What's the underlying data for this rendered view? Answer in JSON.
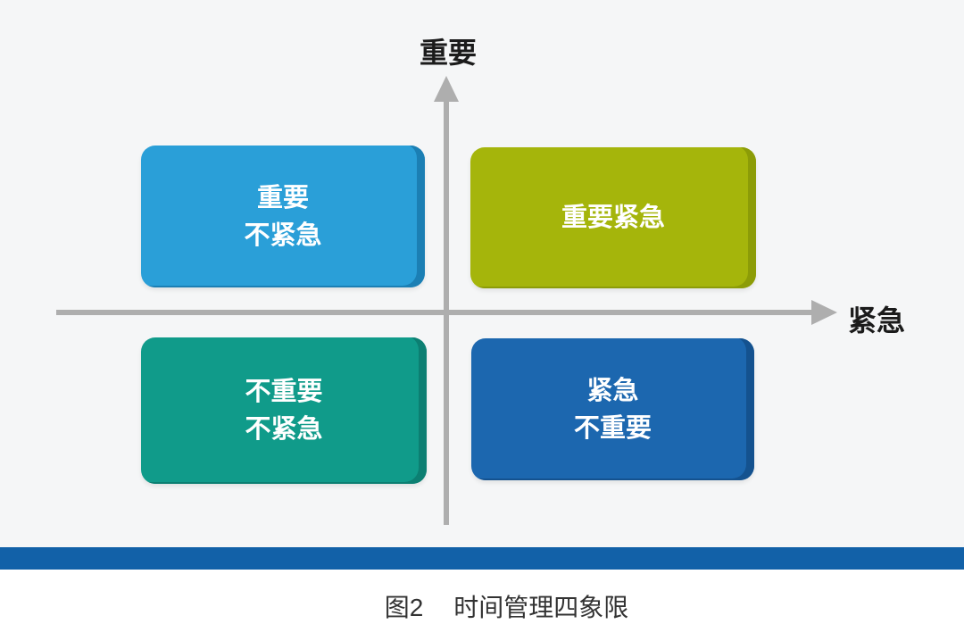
{
  "diagram": {
    "axes": {
      "vertical_label": "重要",
      "horizontal_label": "紧急",
      "axis_color": "#aeaeae"
    },
    "quadrants": {
      "top_left": {
        "lines": [
          "重要",
          "不紧急"
        ],
        "color": "#2a9fd8",
        "edge_color": "#1b7fb4"
      },
      "top_right": {
        "lines": [
          "重要紧急"
        ],
        "color": "#a5b50b",
        "edge_color": "#8c9c07"
      },
      "bottom_left": {
        "lines": [
          "不重要",
          "不紧急"
        ],
        "color": "#109b8a",
        "edge_color": "#0c7f72"
      },
      "bottom_right": {
        "lines": [
          "紧急",
          "不重要"
        ],
        "color": "#1c67af",
        "edge_color": "#14528f"
      }
    },
    "box_text_color": "#ffffff",
    "divider_bar_color": "#1261a8",
    "background_color": "#f5f6f7",
    "caption": {
      "figure_label": "图2",
      "title": "时间管理四象限"
    }
  }
}
